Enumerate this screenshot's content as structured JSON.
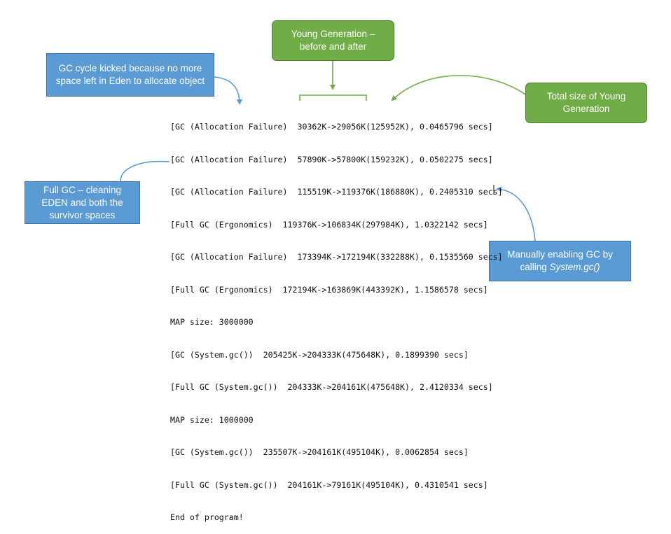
{
  "callouts": {
    "young_generation": "Young Generation –\nbefore and after",
    "gc_cycle": "GC cycle kicked because no more space left in Eden to allocate object",
    "total_size": "Total size of Young Generation",
    "full_gc": "Full GC – cleaning EDEN and both the survivor spaces",
    "manual_gc": {
      "text": "Manually enabling GC by calling ",
      "italic": "System.gc()"
    }
  },
  "log_lines": [
    "[GC (Allocation Failure)  30362K->29056K(125952K), 0.0465796 secs]",
    "[GC (Allocation Failure)  57890K->57800K(159232K), 0.0502275 secs]",
    "[GC (Allocation Failure)  115519K->119376K(186880K), 0.2405310 secs]",
    "[Full GC (Ergonomics)  119376K->106834K(297984K), 1.0322142 secs]",
    "[GC (Allocation Failure)  173394K->172194K(332288K), 0.1535560 secs]",
    "[Full GC (Ergonomics)  172194K->163869K(443392K), 1.1586578 secs]",
    "MAP size: 3000000",
    "[GC (System.gc())  205425K->204333K(475648K), 0.1899390 secs]",
    "[Full GC (System.gc())  204333K->204161K(475648K), 2.4120334 secs]",
    "MAP size: 1000000",
    "[GC (System.gc())  235507K->204161K(495104K), 0.0062854 secs]",
    "[Full GC (System.gc())  204161K->79161K(495104K), 0.4310541 secs]",
    "End of program!"
  ],
  "colors": {
    "blue_box": "#5b9bd5",
    "green_box": "#70ad47",
    "connector_blue": "#5b9bd5",
    "connector_green": "#70ad47"
  }
}
